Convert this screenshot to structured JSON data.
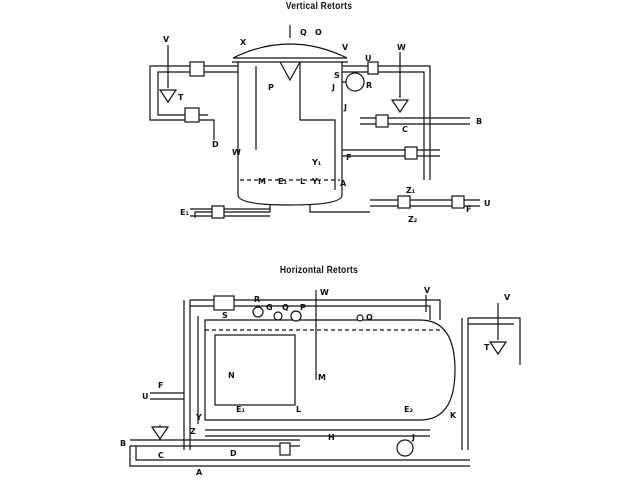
{
  "titles": {
    "vertical": "Vertical Retorts",
    "horizontal": "Horizontal Retorts"
  },
  "vertical_labels": {
    "v_left": "V",
    "t_left": "T",
    "d": "D",
    "w_left": "W",
    "x": "X",
    "q": "Q",
    "o": "O",
    "v_top": "V",
    "p": "P",
    "s": "S",
    "j1": "J",
    "j2": "J",
    "r": "R",
    "u_top": "U",
    "w_right": "W",
    "c": "C",
    "b": "B",
    "f": "F",
    "y1": "Y₁",
    "m": "M",
    "e2": "E₂",
    "l": "L",
    "y2": "Y₁",
    "a": "A",
    "e1": "E₁",
    "z1": "Z₁",
    "z2": "Z₂",
    "f_right": "F",
    "u_right": "U"
  },
  "horizontal_labels": {
    "s": "S",
    "r": "R",
    "g": "G",
    "q": "Q",
    "p": "P",
    "w": "W",
    "o": "O",
    "v": "V",
    "v_right": "V",
    "t": "T",
    "n": "N",
    "m": "M",
    "f": "F",
    "u": "U",
    "e1": "E₁",
    "l": "L",
    "e2": "E₂",
    "k": "K",
    "y": "Y",
    "z": "Z",
    "h": "H",
    "b": "B",
    "c": "C",
    "a": "A",
    "d": "D",
    "j": "J"
  }
}
